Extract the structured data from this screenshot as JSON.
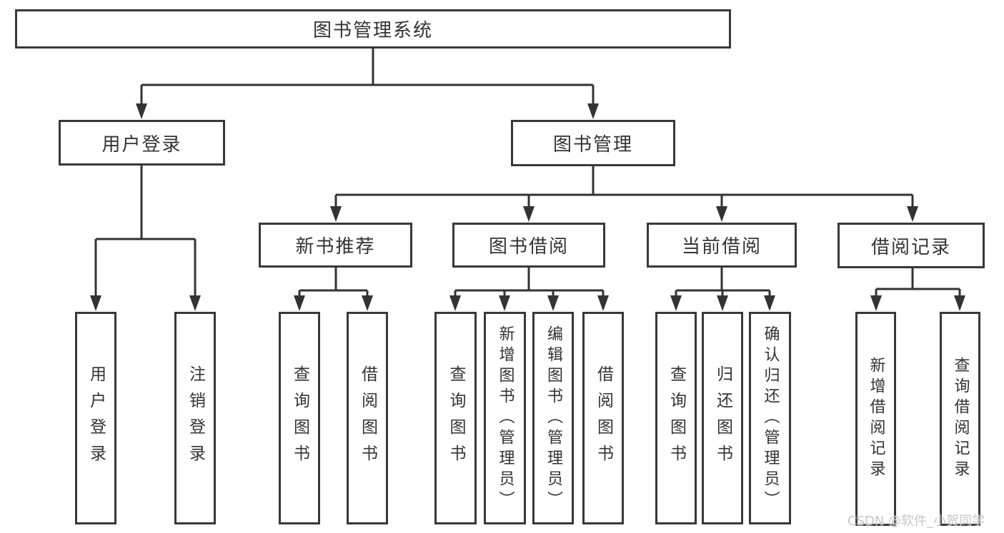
{
  "diagram": {
    "root": {
      "label": "图书管理系统"
    },
    "branches": [
      {
        "label": "用户登录",
        "children": [
          {
            "label": "用户登录"
          },
          {
            "label": "注销登录"
          }
        ]
      },
      {
        "label": "图书管理",
        "children": [
          {
            "label": "新书推荐",
            "children": [
              {
                "label": "查询图书"
              },
              {
                "label": "借阅图书"
              }
            ]
          },
          {
            "label": "图书借阅",
            "children": [
              {
                "label": "查询图书"
              },
              {
                "label": "新增图书（管理员）"
              },
              {
                "label": "编辑图书（管理员）"
              },
              {
                "label": "借阅图书"
              }
            ]
          },
          {
            "label": "当前借阅",
            "children": [
              {
                "label": "查询图书"
              },
              {
                "label": "归还图书"
              },
              {
                "label": "确认归还（管理员）"
              }
            ]
          },
          {
            "label": "借阅记录",
            "children": [
              {
                "label": "新增借阅记录"
              },
              {
                "label": "查询借阅记录"
              }
            ]
          }
        ]
      }
    ]
  },
  "colors": {
    "line": "#333333",
    "border": "#383838",
    "text": "#333333",
    "watermark": "#c6c6c6",
    "background": "#ffffff"
  },
  "watermark": {
    "text": "CSDN @软件_小贺同学"
  }
}
